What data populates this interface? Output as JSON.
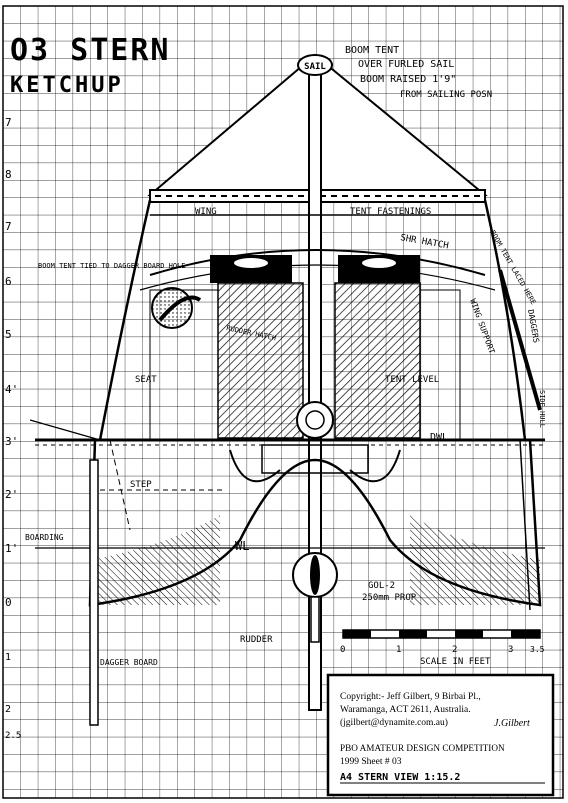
{
  "title": {
    "line1": "O3 STERN",
    "line2": "KETCHUP"
  },
  "mast_badge": "SAIL",
  "top_note": {
    "line1": "BOOM TENT",
    "line2": "OVER FURLED SAIL",
    "line3": "BOOM RAISED 1'9\"",
    "line4": "FROM SAILING POSN"
  },
  "height_marks": [
    "7",
    "8",
    "7",
    "6",
    "5",
    "4'",
    "3'",
    "2'",
    "1'",
    "0",
    "1",
    "2",
    "2.5"
  ],
  "labels": {
    "wing": "WING",
    "tent_fastenings": "TENT FASTENINGS",
    "shr_hatch": "SHR HATCH",
    "boom_tent_laced": "BOOM TENT LACED HERE",
    "boom_tent_tied": "BOOM TENT TIED TO DAGGER BOARD HOLE",
    "rudder_hatch": "RUDDER HATCH",
    "seat": "SEAT",
    "tent_level": "TENT LEVEL",
    "wing_support": "WING SUPPORT",
    "dagger_boards": "DAGGERS",
    "dwl": "DWL",
    "step": "STEP",
    "boarding": "BOARDING",
    "wl": "WL",
    "engine": "GOL-2",
    "prop": "250mm PROP",
    "rudder": "RUDDER",
    "dagger_board": "DAGGER BOARD",
    "side_note": "SIDE HULL"
  },
  "scale_bar": {
    "ticks": [
      "0",
      "1",
      "2",
      "3",
      "3.5"
    ],
    "caption": "SCALE IN FEET"
  },
  "copyright": {
    "line1": "Copyright:- Jeff Gilbert, 9 Birbai Pl.,",
    "line2": "Waramanga, ACT 2611, Australia.",
    "line3": "(jgilbert@dynamite.com.au)",
    "signature": "J.Gilbert",
    "line4": "PBO AMATEUR DESIGN COMPETITION",
    "line5": "1999 Sheet # 03",
    "line6": "A4 STERN VIEW 1:15.2"
  }
}
